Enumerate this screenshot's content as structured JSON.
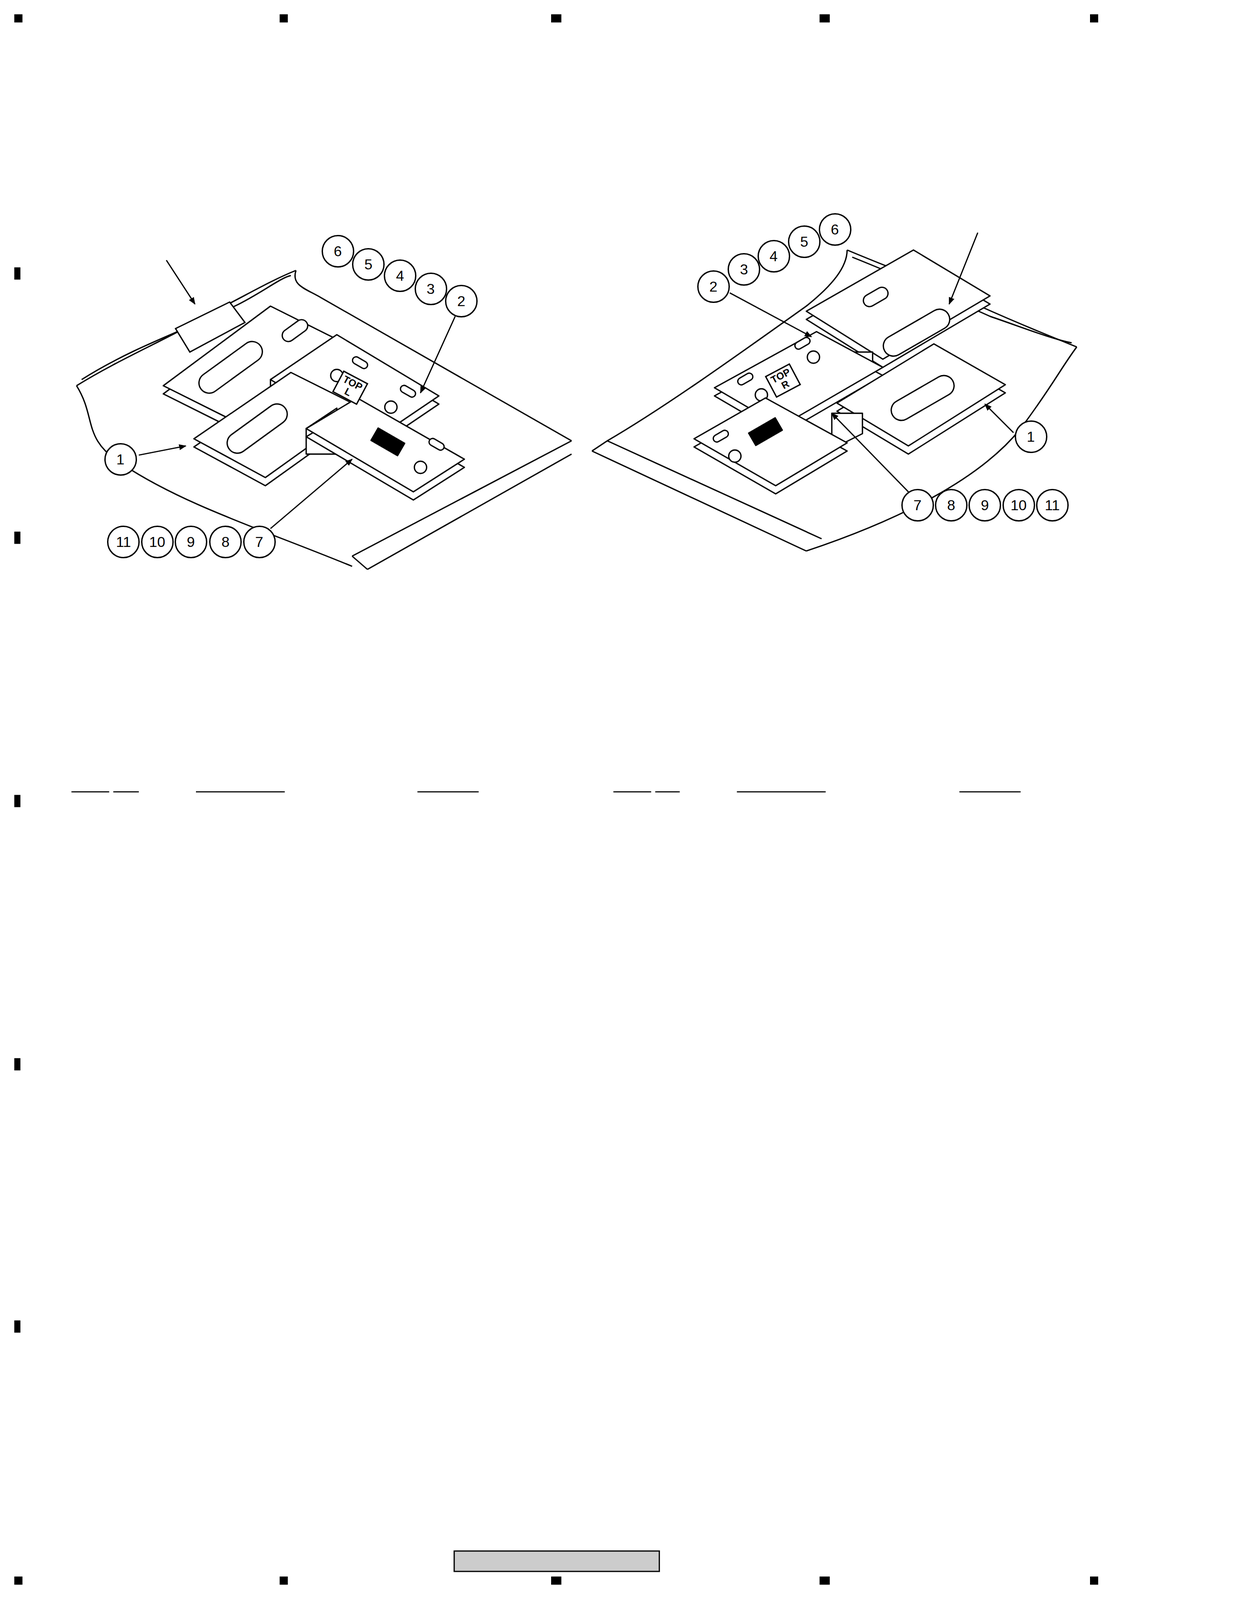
{
  "diagram": {
    "nodes": [
      {
        "text": [
          "6"
        ]
      },
      {
        "text": [
          "5"
        ]
      },
      {
        "text": [
          "4"
        ]
      },
      {
        "text": [
          "3"
        ]
      },
      {
        "text": [
          "2"
        ]
      },
      {
        "text": [
          "1"
        ]
      },
      {
        "text": [
          "11"
        ]
      },
      {
        "text": [
          "10"
        ]
      },
      {
        "text": [
          "9"
        ]
      },
      {
        "text": [
          "8"
        ]
      },
      {
        "text": [
          "7"
        ]
      },
      {
        "text": [
          "2"
        ]
      },
      {
        "text": [
          "3"
        ]
      },
      {
        "text": [
          "4"
        ]
      },
      {
        "text": [
          "5"
        ]
      },
      {
        "text": [
          "6"
        ]
      },
      {
        "text": [
          "1"
        ]
      },
      {
        "text": [
          "7"
        ]
      },
      {
        "text": [
          "8"
        ]
      },
      {
        "text": [
          "9"
        ]
      },
      {
        "text": [
          "10"
        ]
      },
      {
        "text": [
          "11"
        ]
      }
    ],
    "labels": [
      "TOP L",
      "TOP R"
    ]
  }
}
